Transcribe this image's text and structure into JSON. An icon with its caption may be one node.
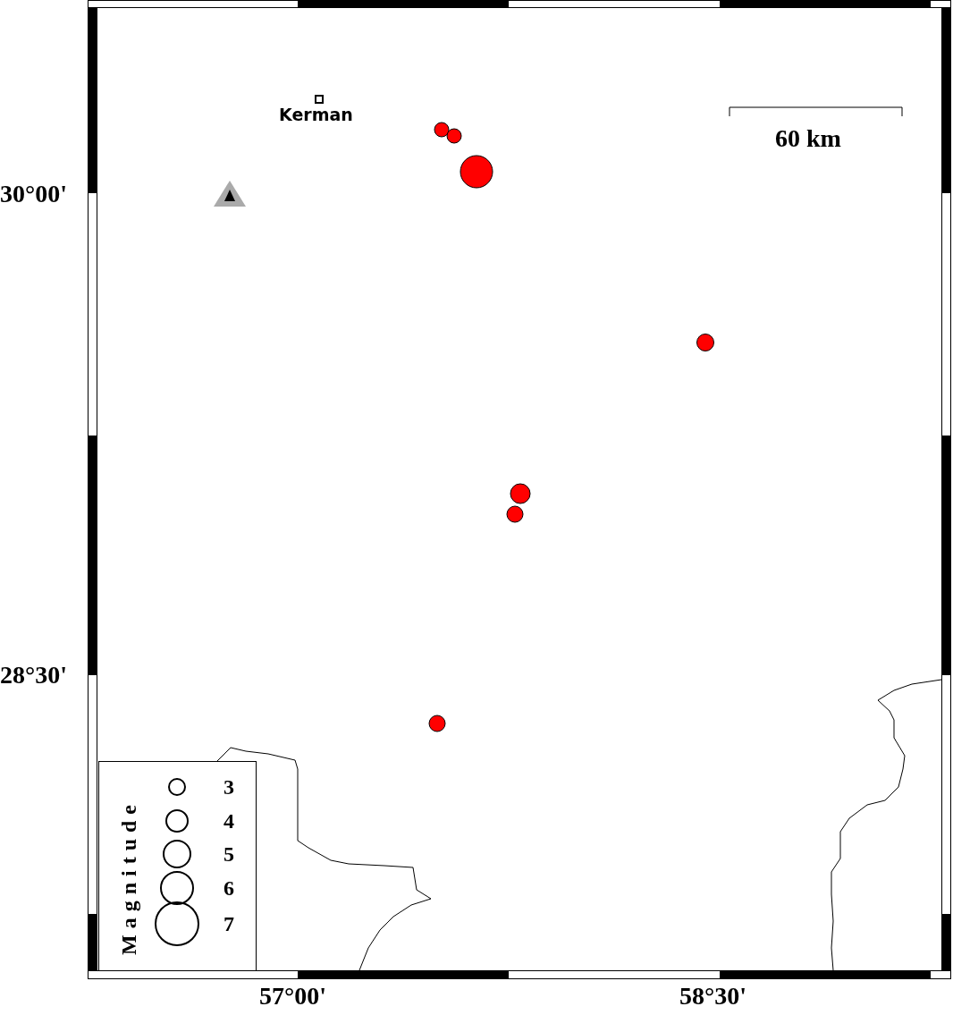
{
  "diagram": {
    "labels": [
      "Kerman",
      "60 km",
      "30°00'",
      "28°30'",
      "Magnitude",
      "57°00'",
      "58°30'"
    ],
    "legend": [
      {
        "text": "3"
      },
      {
        "text": "4"
      },
      {
        "text": "5"
      },
      {
        "text": "6"
      },
      {
        "text": "7"
      }
    ]
  }
}
